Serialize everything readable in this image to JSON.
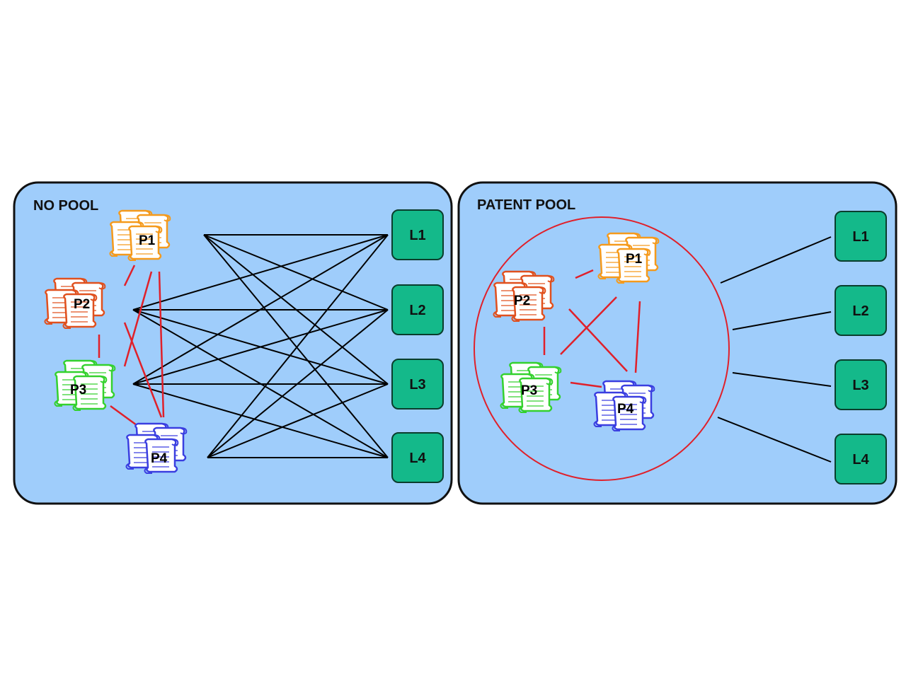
{
  "colors": {
    "panel_fill": "#9fcdfb",
    "panel_stroke": "#111111",
    "licensee_fill": "#14b98a",
    "licensee_stroke": "#0a3d2c",
    "link_black": "#000000",
    "link_red": "#e0202a",
    "pool_circle": "#e0202a",
    "p1": "#f59a1c",
    "p2": "#e0501e",
    "p3": "#34d12e",
    "p4": "#3a3ee0"
  },
  "panels": [
    {
      "title": "NO POOL",
      "patents": [
        {
          "label": "P1",
          "icon": "patent-scroll-stack-icon",
          "color_key": "p1"
        },
        {
          "label": "P2",
          "icon": "patent-scroll-stack-icon",
          "color_key": "p2"
        },
        {
          "label": "P3",
          "icon": "patent-scroll-stack-icon",
          "color_key": "p3"
        },
        {
          "label": "P4",
          "icon": "patent-scroll-stack-icon",
          "color_key": "p4"
        }
      ],
      "licensees": [
        "L1",
        "L2",
        "L3",
        "L4"
      ]
    },
    {
      "title": "PATENT POOL",
      "patents": [
        {
          "label": "P1",
          "icon": "patent-scroll-stack-icon",
          "color_key": "p1"
        },
        {
          "label": "P2",
          "icon": "patent-scroll-stack-icon",
          "color_key": "p2"
        },
        {
          "label": "P3",
          "icon": "patent-scroll-stack-icon",
          "color_key": "p3"
        },
        {
          "label": "P4",
          "icon": "patent-scroll-stack-icon",
          "color_key": "p4"
        }
      ],
      "licensees": [
        "L1",
        "L2",
        "L3",
        "L4"
      ]
    }
  ]
}
